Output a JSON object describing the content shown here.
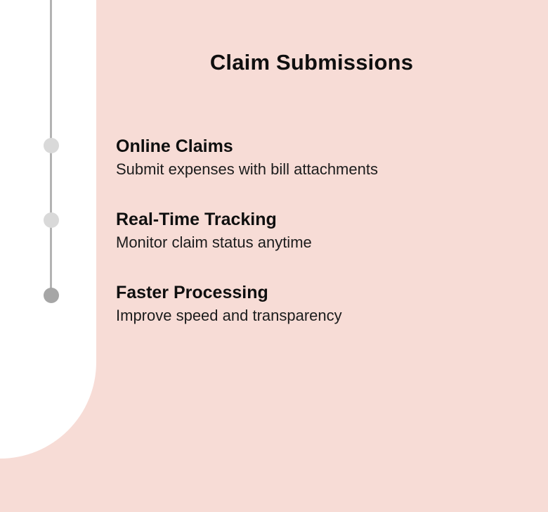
{
  "page": {
    "background_color": "#f7dcd6",
    "panel_color": "#ffffff",
    "text_color": "#0f0f0f"
  },
  "header": {
    "title": "Claim Submissions"
  },
  "timeline": {
    "line_color": "#b3b3b3",
    "dots": [
      {
        "name": "dot-online-claims",
        "color": "#d9d9d9"
      },
      {
        "name": "dot-real-time-tracking",
        "color": "#d9d9d9"
      },
      {
        "name": "dot-faster-processing",
        "color": "#a6a6a6"
      }
    ]
  },
  "items": [
    {
      "heading": "Online Claims",
      "description": "Submit expenses with bill attachments"
    },
    {
      "heading": "Real-Time Tracking",
      "description": "Monitor claim status anytime"
    },
    {
      "heading": "Faster Processing",
      "description": "Improve speed and transparency"
    }
  ]
}
